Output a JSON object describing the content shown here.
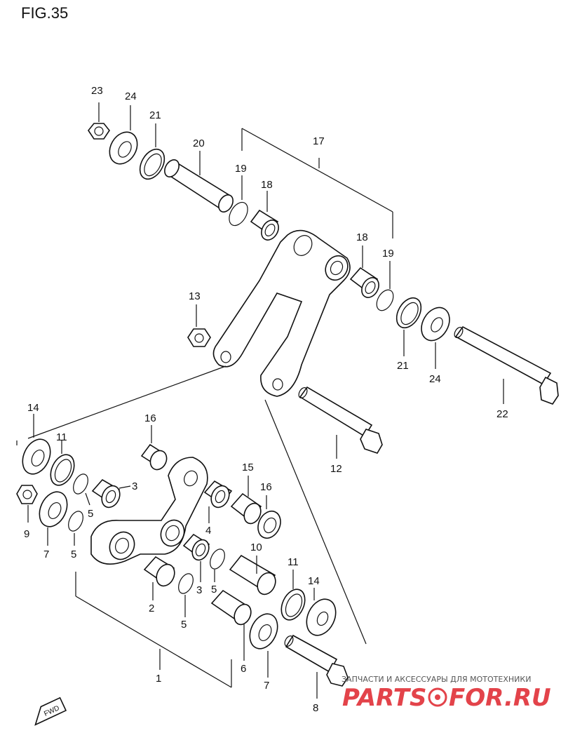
{
  "figure": {
    "title": "FIG.35"
  },
  "callouts": [
    "23",
    "24",
    "21",
    "20",
    "19",
    "18",
    "17",
    "18",
    "19",
    "13",
    "21",
    "24",
    "22",
    "12",
    "14",
    "11",
    "16",
    "3",
    "9",
    "7",
    "5",
    "5",
    "4",
    "15",
    "16",
    "10",
    "3",
    "5",
    "2",
    "5",
    "11",
    "14",
    "1",
    "6",
    "7",
    "8"
  ],
  "fwd_badge": {
    "label": "FWD"
  },
  "watermark": {
    "tagline": "ЗАПЧАСТИ И АКСЕССУАРЫ ДЛЯ МОТОТЕХНИКИ",
    "brand_left": "PARTS",
    "brand_right": "FOR.RU",
    "colors": {
      "brand": "#e3434a",
      "logo_ring": "#e3434a"
    }
  },
  "colors": {
    "ink": "#111111",
    "background": "#ffffff"
  }
}
